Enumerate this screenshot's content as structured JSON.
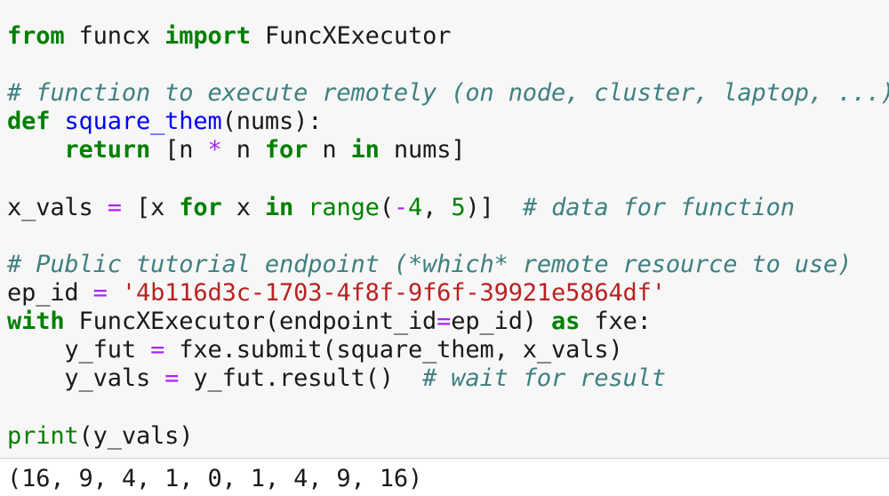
{
  "code_lines": [
    [
      {
        "t": "from",
        "c": "kw"
      },
      {
        "t": " funcx ",
        "c": "tx"
      },
      {
        "t": "import",
        "c": "kw"
      },
      {
        "t": " FuncXExecutor",
        "c": "tx"
      }
    ],
    [],
    [
      {
        "t": "# function to execute remotely (on node, cluster, laptop, ...)",
        "c": "cm"
      }
    ],
    [
      {
        "t": "def",
        "c": "kw"
      },
      {
        "t": " ",
        "c": "tx"
      },
      {
        "t": "square_them",
        "c": "fn"
      },
      {
        "t": "(nums):",
        "c": "tx"
      }
    ],
    [
      {
        "t": "    ",
        "c": "tx"
      },
      {
        "t": "return",
        "c": "kw"
      },
      {
        "t": " [n ",
        "c": "tx"
      },
      {
        "t": "*",
        "c": "op"
      },
      {
        "t": " n ",
        "c": "tx"
      },
      {
        "t": "for",
        "c": "kw"
      },
      {
        "t": " n ",
        "c": "tx"
      },
      {
        "t": "in",
        "c": "kw"
      },
      {
        "t": " nums]",
        "c": "tx"
      }
    ],
    [],
    [
      {
        "t": "x_vals ",
        "c": "tx"
      },
      {
        "t": "=",
        "c": "op"
      },
      {
        "t": " [x ",
        "c": "tx"
      },
      {
        "t": "for",
        "c": "kw"
      },
      {
        "t": " x ",
        "c": "tx"
      },
      {
        "t": "in",
        "c": "kw"
      },
      {
        "t": " ",
        "c": "tx"
      },
      {
        "t": "range",
        "c": "bi"
      },
      {
        "t": "(",
        "c": "tx"
      },
      {
        "t": "-",
        "c": "op"
      },
      {
        "t": "4",
        "c": "nu"
      },
      {
        "t": ", ",
        "c": "tx"
      },
      {
        "t": "5",
        "c": "nu"
      },
      {
        "t": ")]  ",
        "c": "tx"
      },
      {
        "t": "# data for function",
        "c": "cm"
      }
    ],
    [],
    [
      {
        "t": "# Public tutorial endpoint (*which* remote resource to use)",
        "c": "cm"
      }
    ],
    [
      {
        "t": "ep_id ",
        "c": "tx"
      },
      {
        "t": "=",
        "c": "op"
      },
      {
        "t": " ",
        "c": "tx"
      },
      {
        "t": "'4b116d3c-1703-4f8f-9f6f-39921e5864df'",
        "c": "st"
      }
    ],
    [
      {
        "t": "with",
        "c": "kw"
      },
      {
        "t": " FuncXExecutor(endpoint_id",
        "c": "tx"
      },
      {
        "t": "=",
        "c": "op"
      },
      {
        "t": "ep_id) ",
        "c": "tx"
      },
      {
        "t": "as",
        "c": "kw"
      },
      {
        "t": " fxe:",
        "c": "tx"
      }
    ],
    [
      {
        "t": "    y_fut ",
        "c": "tx"
      },
      {
        "t": "=",
        "c": "op"
      },
      {
        "t": " fxe.submit(square_them, x_vals)",
        "c": "tx"
      }
    ],
    [
      {
        "t": "    y_vals ",
        "c": "tx"
      },
      {
        "t": "=",
        "c": "op"
      },
      {
        "t": " y_fut.result()  ",
        "c": "tx"
      },
      {
        "t": "# wait for result",
        "c": "cm"
      }
    ],
    [],
    [
      {
        "t": "print",
        "c": "bi"
      },
      {
        "t": "(y_vals)",
        "c": "tx"
      }
    ]
  ],
  "output": {
    "text": "(16, 9, 4, 1, 0, 1, 4, 9, 16)"
  },
  "colors": {
    "keyword": "#008000",
    "comment": "#408080",
    "function_name": "#0000ff",
    "string": "#ba2121",
    "operator": "#aa22ff",
    "text": "#1a1a1a",
    "cell_background": "#f7f7f7"
  }
}
